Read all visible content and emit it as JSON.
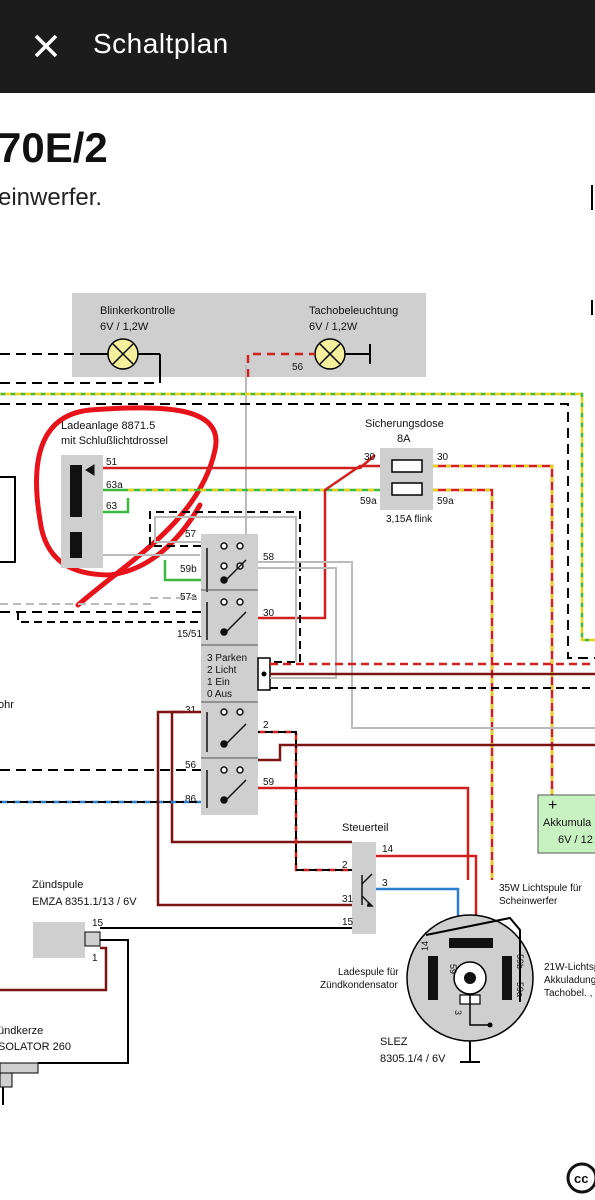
{
  "app_bar": {
    "title": "Schaltplan",
    "close_icon": "close-icon"
  },
  "document": {
    "heading": "70E/2",
    "subtitle": "einwerfer."
  },
  "diagram": {
    "top_panel": {
      "blinker_label": "Blinkerkontrolle",
      "blinker_rating": "6V / 1,2W",
      "tacho_label": "Tachobeleuchtung",
      "tacho_rating": "6V / 1,2W",
      "tacho_terminal": "56"
    },
    "ladeanlage": {
      "title": "Ladeanlage 8871.5",
      "subtitle": "mit Schlußlichtdrossel",
      "terminal_51": "51",
      "terminal_63a": "63a",
      "terminal_63": "63"
    },
    "sicherungsdose": {
      "title": "Sicherungsdose",
      "rating": "8A",
      "terminal_30_left": "30",
      "terminal_30_right": "30",
      "terminal_59a_left": "59a",
      "terminal_59a_right": "59a",
      "fuse_note": "3,15A flink"
    },
    "switch_block": {
      "terminal_57": "57",
      "terminal_59b": "59b",
      "terminal_58": "58",
      "terminal_57a": "57a",
      "terminal_30": "30",
      "terminal_1551": "15/51",
      "pos_3": "3 Parken",
      "pos_2": "2 Licht",
      "pos_1": "1 Ein",
      "pos_0": "0 Aus",
      "terminal_31": "31",
      "terminal_2": "2",
      "terminal_56": "56",
      "terminal_59": "59",
      "terminal_86": "86"
    },
    "left_cut_label": "ohr",
    "akku": {
      "label": "Akkumula",
      "rating": "6V / 12",
      "plus": "+"
    },
    "steuerteil": {
      "title": "Steuerteil",
      "terminal_14": "14",
      "terminal_2": "2",
      "terminal_3": "3",
      "terminal_31": "31",
      "terminal_15": "15"
    },
    "zuendspule": {
      "title": "Zündspule",
      "model": "EMZA 8351.1/13 / 6V",
      "terminal_15": "15",
      "terminal_1": "1"
    },
    "zuendkerze": {
      "title": "ündkerze",
      "model": "SOLATOR 260"
    },
    "slez": {
      "lichtspule_35": "35W Lichtspule für",
      "scheinwerfer": "Scheinwerfer",
      "ladespule": "Ladespule für",
      "zuendkondensator": "Zündkondensator",
      "lichtspule_21": "21W-Lichtsp",
      "akkuladung": "Akkuladung",
      "tachobel": "Tachobel. , S",
      "name": "SLEZ",
      "model": "8305.1/4 / 6V",
      "terminal_14": "14",
      "terminal_59": "59",
      "terminal_59b": "59b",
      "terminal_59a": "59a",
      "terminal_3": "3"
    },
    "license_icon": "cc-icon"
  },
  "colors": {
    "appbar": "#1c1c1c",
    "panel_grey": "#cfcfcf",
    "lamp_yellow": "#f4ef9c",
    "akku_green": "#c9f2c2",
    "wire_red": "#d21f1f",
    "wire_dark_red": "#7d1414",
    "wire_green": "#3fb83f",
    "wire_yellow": "#e6d21a",
    "wire_blue": "#2a7fcf",
    "annotation_red": "#e8131a"
  }
}
